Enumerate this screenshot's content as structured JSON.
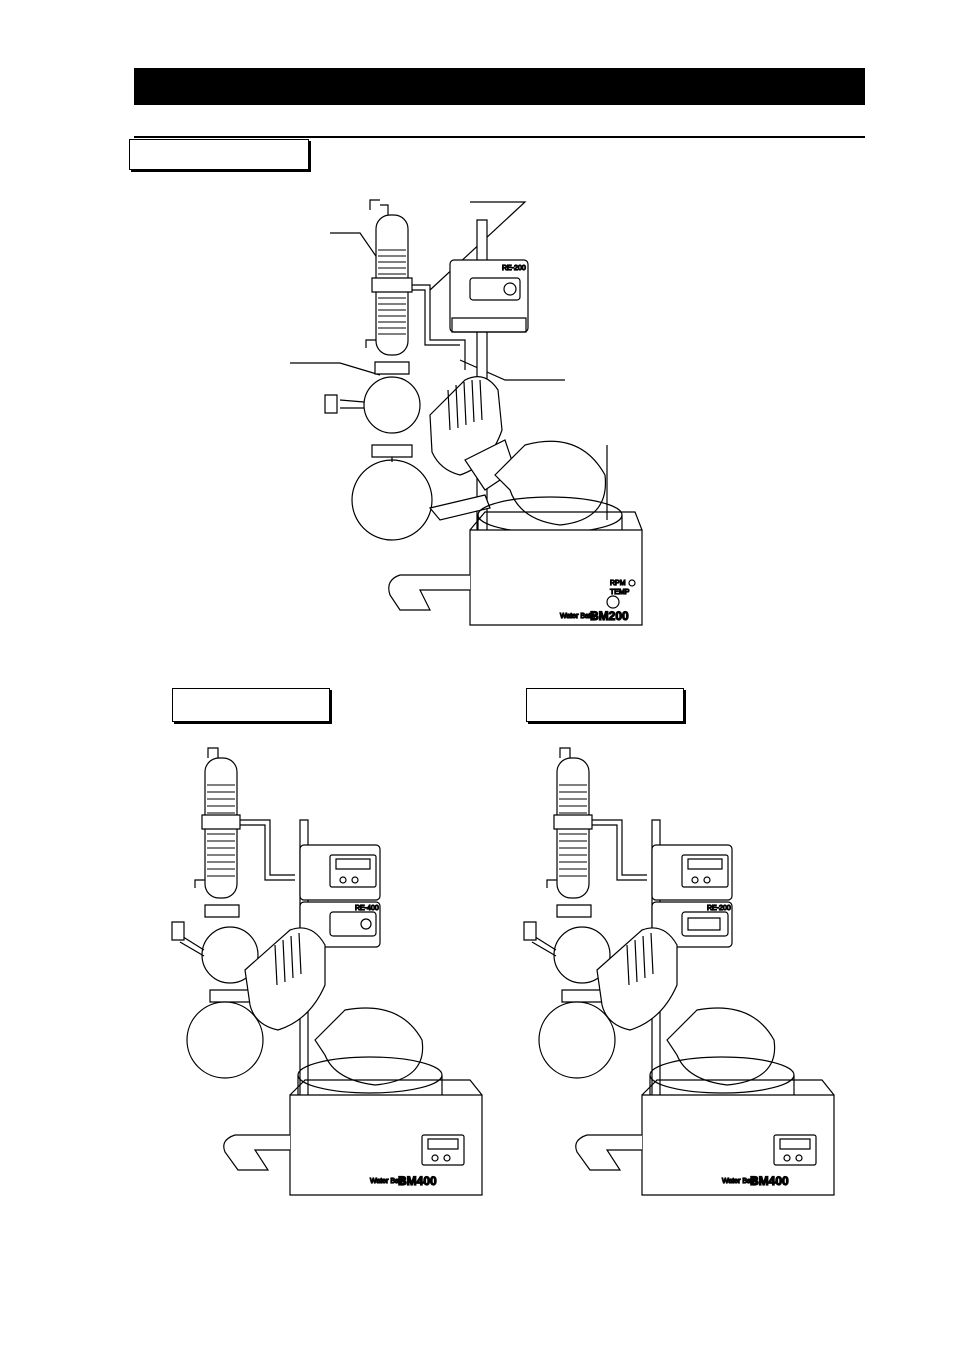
{
  "page": {
    "header_title": "",
    "section_label": "",
    "config_left_label": "",
    "config_right_label": ""
  },
  "figure_main": {
    "controller_label": "RE-200",
    "bath_label": "Water Bath",
    "bath_model": "BM200",
    "knob_label_top": "RPM",
    "knob_label_bottom": "TEMP"
  },
  "figure_left": {
    "controller_label": "RE-400",
    "bath_label": "Water Bath",
    "bath_model": "BM400"
  },
  "figure_right": {
    "controller_label": "RE-200",
    "bath_label": "Water Bath",
    "bath_model": "BM400"
  },
  "colors": {
    "ink": "#000000",
    "paper": "#ffffff"
  }
}
